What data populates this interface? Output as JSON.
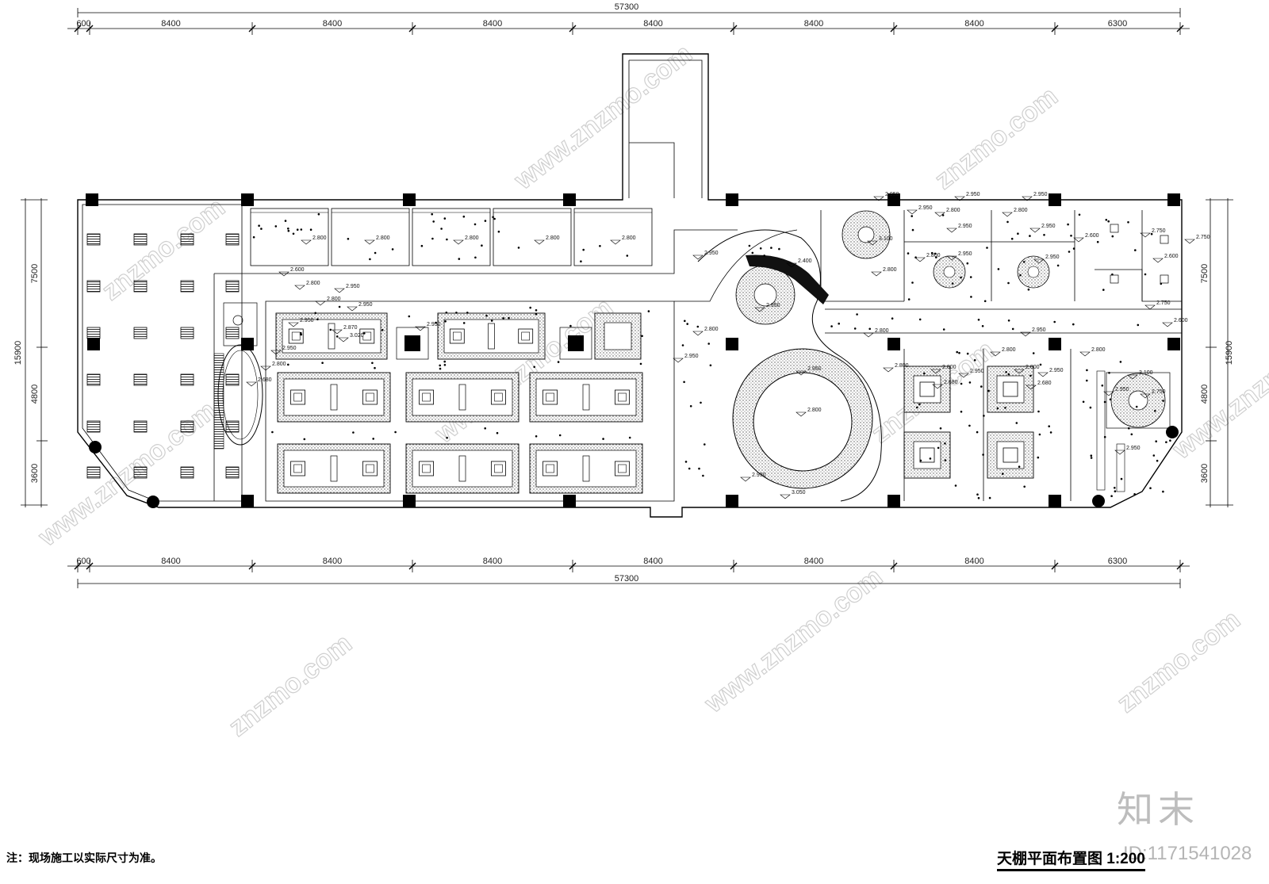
{
  "drawing": {
    "title": "天棚平面布置图 1:200",
    "note": "注：现场施工以实际尺寸为准。",
    "total_width_label": "57300",
    "column_spacing_labels": [
      "600",
      "8400",
      "8400",
      "8400",
      "8400",
      "8400",
      "8400",
      "6300"
    ],
    "depth_total_label": "15900",
    "depth_segment_labels": [
      "7500",
      "4800",
      "3600"
    ],
    "ceiling_levels": [
      "2.800",
      "2.600",
      "2.950",
      "3.020",
      "2.870",
      "2.680",
      "2.400",
      "3.050",
      "3.100",
      "2.750"
    ]
  },
  "watermark": {
    "site": "znzmo.com",
    "brand": "知末",
    "image_id": "ID:1171541028"
  },
  "colors": {
    "line": "#000000",
    "hatch": "#7a7a7a",
    "watermark": "#cfcfcf"
  }
}
